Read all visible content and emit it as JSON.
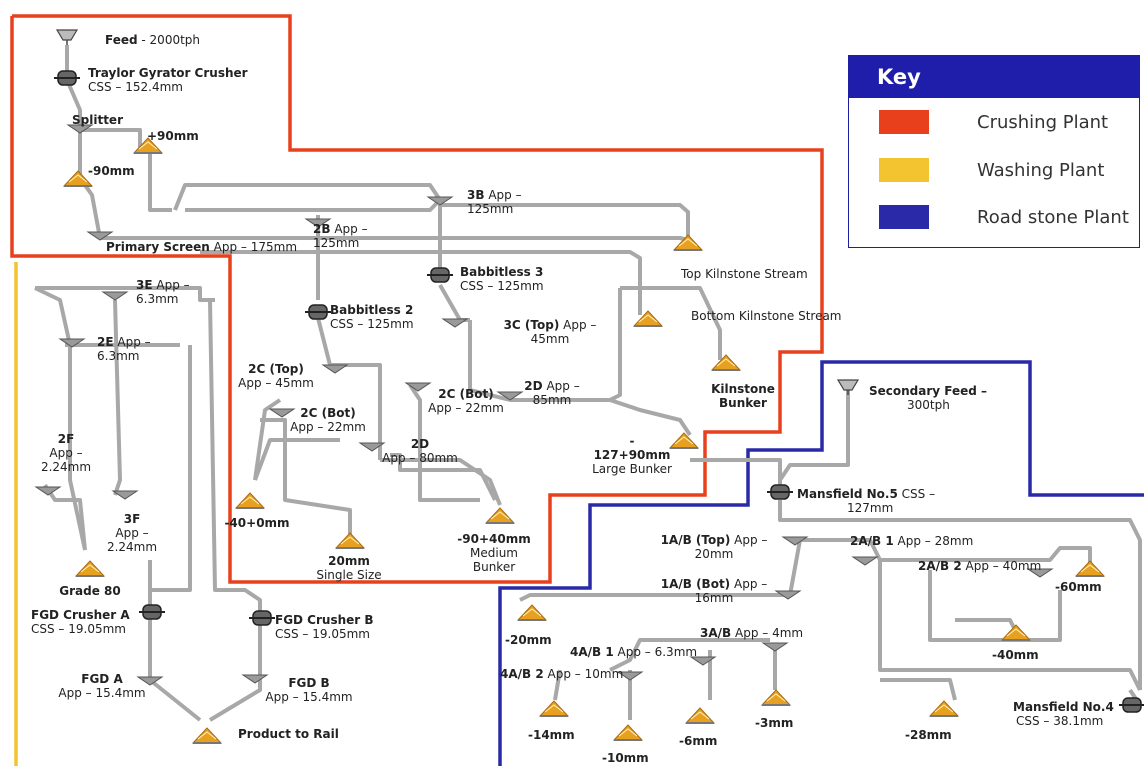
{
  "key": {
    "title": "Key",
    "items": [
      {
        "label": "Crushing Plant",
        "color": "#e8401c"
      },
      {
        "label": "Washing Plant",
        "color": "#f4c430"
      },
      {
        "label": "Road stone Plant",
        "color": "#2a2aa8"
      }
    ]
  },
  "labels": {
    "feed_name": "Feed",
    "feed_rate": "- 2000tph",
    "gyrator_name": "Traylor Gyrator Crusher",
    "gyrator_css": "CSS – 152.4mm",
    "splitter": "Splitter",
    "plus90": "+90mm",
    "minus90": "-90mm",
    "primary_screen_name": "Primary Screen",
    "primary_screen_app": "App – 175mm",
    "s3b_name": "3B",
    "s3b_app_1": "App –",
    "s3b_app_2": "125mm",
    "s2b_name": "2B",
    "s2b_app_1": "App –",
    "s2b_app_2": "125mm",
    "top_kilnstone": "Top Kilnstone Stream",
    "bottom_kilnstone": "Bottom Kilnstone Stream",
    "babbitless3_name": "Babbitless 3",
    "babbitless3_css": "CSS – 125mm",
    "babbitless2_name": "Babbitless 2",
    "babbitless2_css": "CSS – 125mm",
    "s3c_name": "3C (Top)",
    "s3c_app_1": "App –",
    "s3c_app_2": "45mm",
    "s3e_name": "3E",
    "s3e_app_1": "App –",
    "s3e_app_2": "6.3mm",
    "s2e_name": "2E",
    "s2e_app_1": "App –",
    "s2e_app_2": "6.3mm",
    "s2c_top_name": "2C (Top)",
    "s2c_top_app": "App – 45mm",
    "s2c_bot_name": "2C (Bot)",
    "s2c_bot_app": "App – 22mm",
    "s2c_bot2_name": "2C (Bot)",
    "s2c_bot2_app": "App – 22mm",
    "s2d_mid_name": "2D",
    "s2d_mid_app_1": "App –",
    "s2d_mid_app_2": "85mm",
    "s2d_low_name": "2D",
    "s2d_low_app": "App – 80mm",
    "kilnstone_bunker_1": "Kilnstone",
    "kilnstone_bunker_2": "Bunker",
    "large_bunker_1": "-",
    "large_bunker_2": "127+90mm",
    "large_bunker_3": "Large Bunker",
    "s2f_name": "2F",
    "s2f_app_1": "App –",
    "s2f_app_2": "2.24mm",
    "s3f_name": "3F",
    "s3f_app_1": "App –",
    "s3f_app_2": "2.24mm",
    "grade80": "Grade 80",
    "minus40_0": "-40+0mm",
    "single_size_1": "20mm",
    "single_size_2": "Single Size",
    "medium_bunker_1": "-90+40mm",
    "medium_bunker_2": "Medium",
    "medium_bunker_3": "Bunker",
    "fgd_a_crusher_name": "FGD Crusher A",
    "fgd_a_crusher_css": "CSS – 19.05mm",
    "fgd_b_crusher_name": "FGD Crusher B",
    "fgd_b_crusher_css": "CSS – 19.05mm",
    "fgd_a_name": "FGD A",
    "fgd_a_app": "App – 15.4mm",
    "fgd_b_name": "FGD B",
    "fgd_b_app": "App – 15.4mm",
    "product_to_rail": "Product to Rail",
    "secondary_feed_1": "Secondary Feed –",
    "secondary_feed_2": "300tph",
    "mansfield5_name": "Mansfield No.5",
    "mansfield5_css_1": "CSS –",
    "mansfield5_css_2": "127mm",
    "s1ab_top_name": "1A/B (Top)",
    "s1ab_top_app_1": "App –",
    "s1ab_top_app_2": "20mm",
    "s1ab_bot_name": "1A/B (Bot)",
    "s1ab_bot_app_1": "App –",
    "s1ab_bot_app_2": "16mm",
    "s2ab1_name": "2A/B 1",
    "s2ab1_app": "App – 28mm",
    "s2ab2_name": "2A/B 2",
    "s2ab2_app": "App – 40mm",
    "minus60": "-60mm",
    "minus20": "-20mm",
    "s3ab_name": "3A/B",
    "s3ab_app": "App – 4mm",
    "s4ab1_name": "4A/B 1",
    "s4ab1_app": "App – 6.3mm",
    "s4ab2_name": "4A/B 2",
    "s4ab2_app": "App – 10mm",
    "minus40": "-40mm",
    "minus14": "-14mm",
    "minus10": "-10mm",
    "minus6": "-6mm",
    "minus3": "-3mm",
    "minus28": "-28mm",
    "mansfield4_name": "Mansfield No.4",
    "mansfield4_css": "CSS – 38.1mm"
  }
}
